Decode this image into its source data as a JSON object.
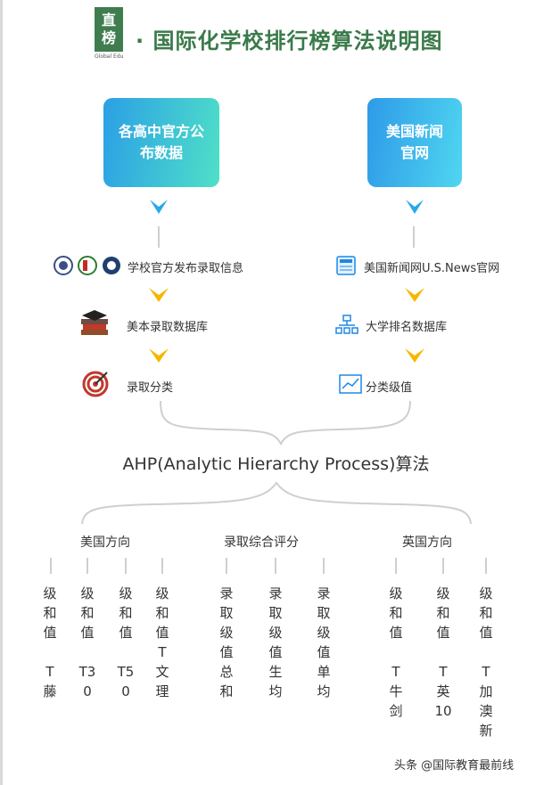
{
  "header": {
    "logo_char1": "直",
    "logo_char2": "榜",
    "logo_sub": "Global Edu",
    "title": "· 国际化学校排行榜算法说明图"
  },
  "sources": {
    "left_box": "各高中官方公布数据",
    "right_box": "美国新闻官网"
  },
  "left_flow": [
    "学校官方发布录取信息",
    "美本录取数据库",
    "录取分类"
  ],
  "right_flow": [
    "美国新闻网U.S.News官网",
    "大学排名数据库",
    "分类级值"
  ],
  "algorithm": "AHP(Analytic Hierarchy Process)算法",
  "categories": [
    "美国方向",
    "录取综合评分",
    "英国方向"
  ],
  "leaves": [
    "级和值\n\nT藤",
    "级和值\n\nT30",
    "级和值\n\nT50",
    "级和值\nT文理",
    "录取级值总和",
    "录取级值生均",
    "录取级值单均",
    "级和值\n\nT牛剑",
    "级和值\n\nT英10",
    "级和值\n\nT加澳新"
  ],
  "footer": "头条 @国际教育最前线",
  "colors": {
    "title": "#3a7a4a",
    "chevron": "#f5b800",
    "arrow": "#29a9e8"
  }
}
